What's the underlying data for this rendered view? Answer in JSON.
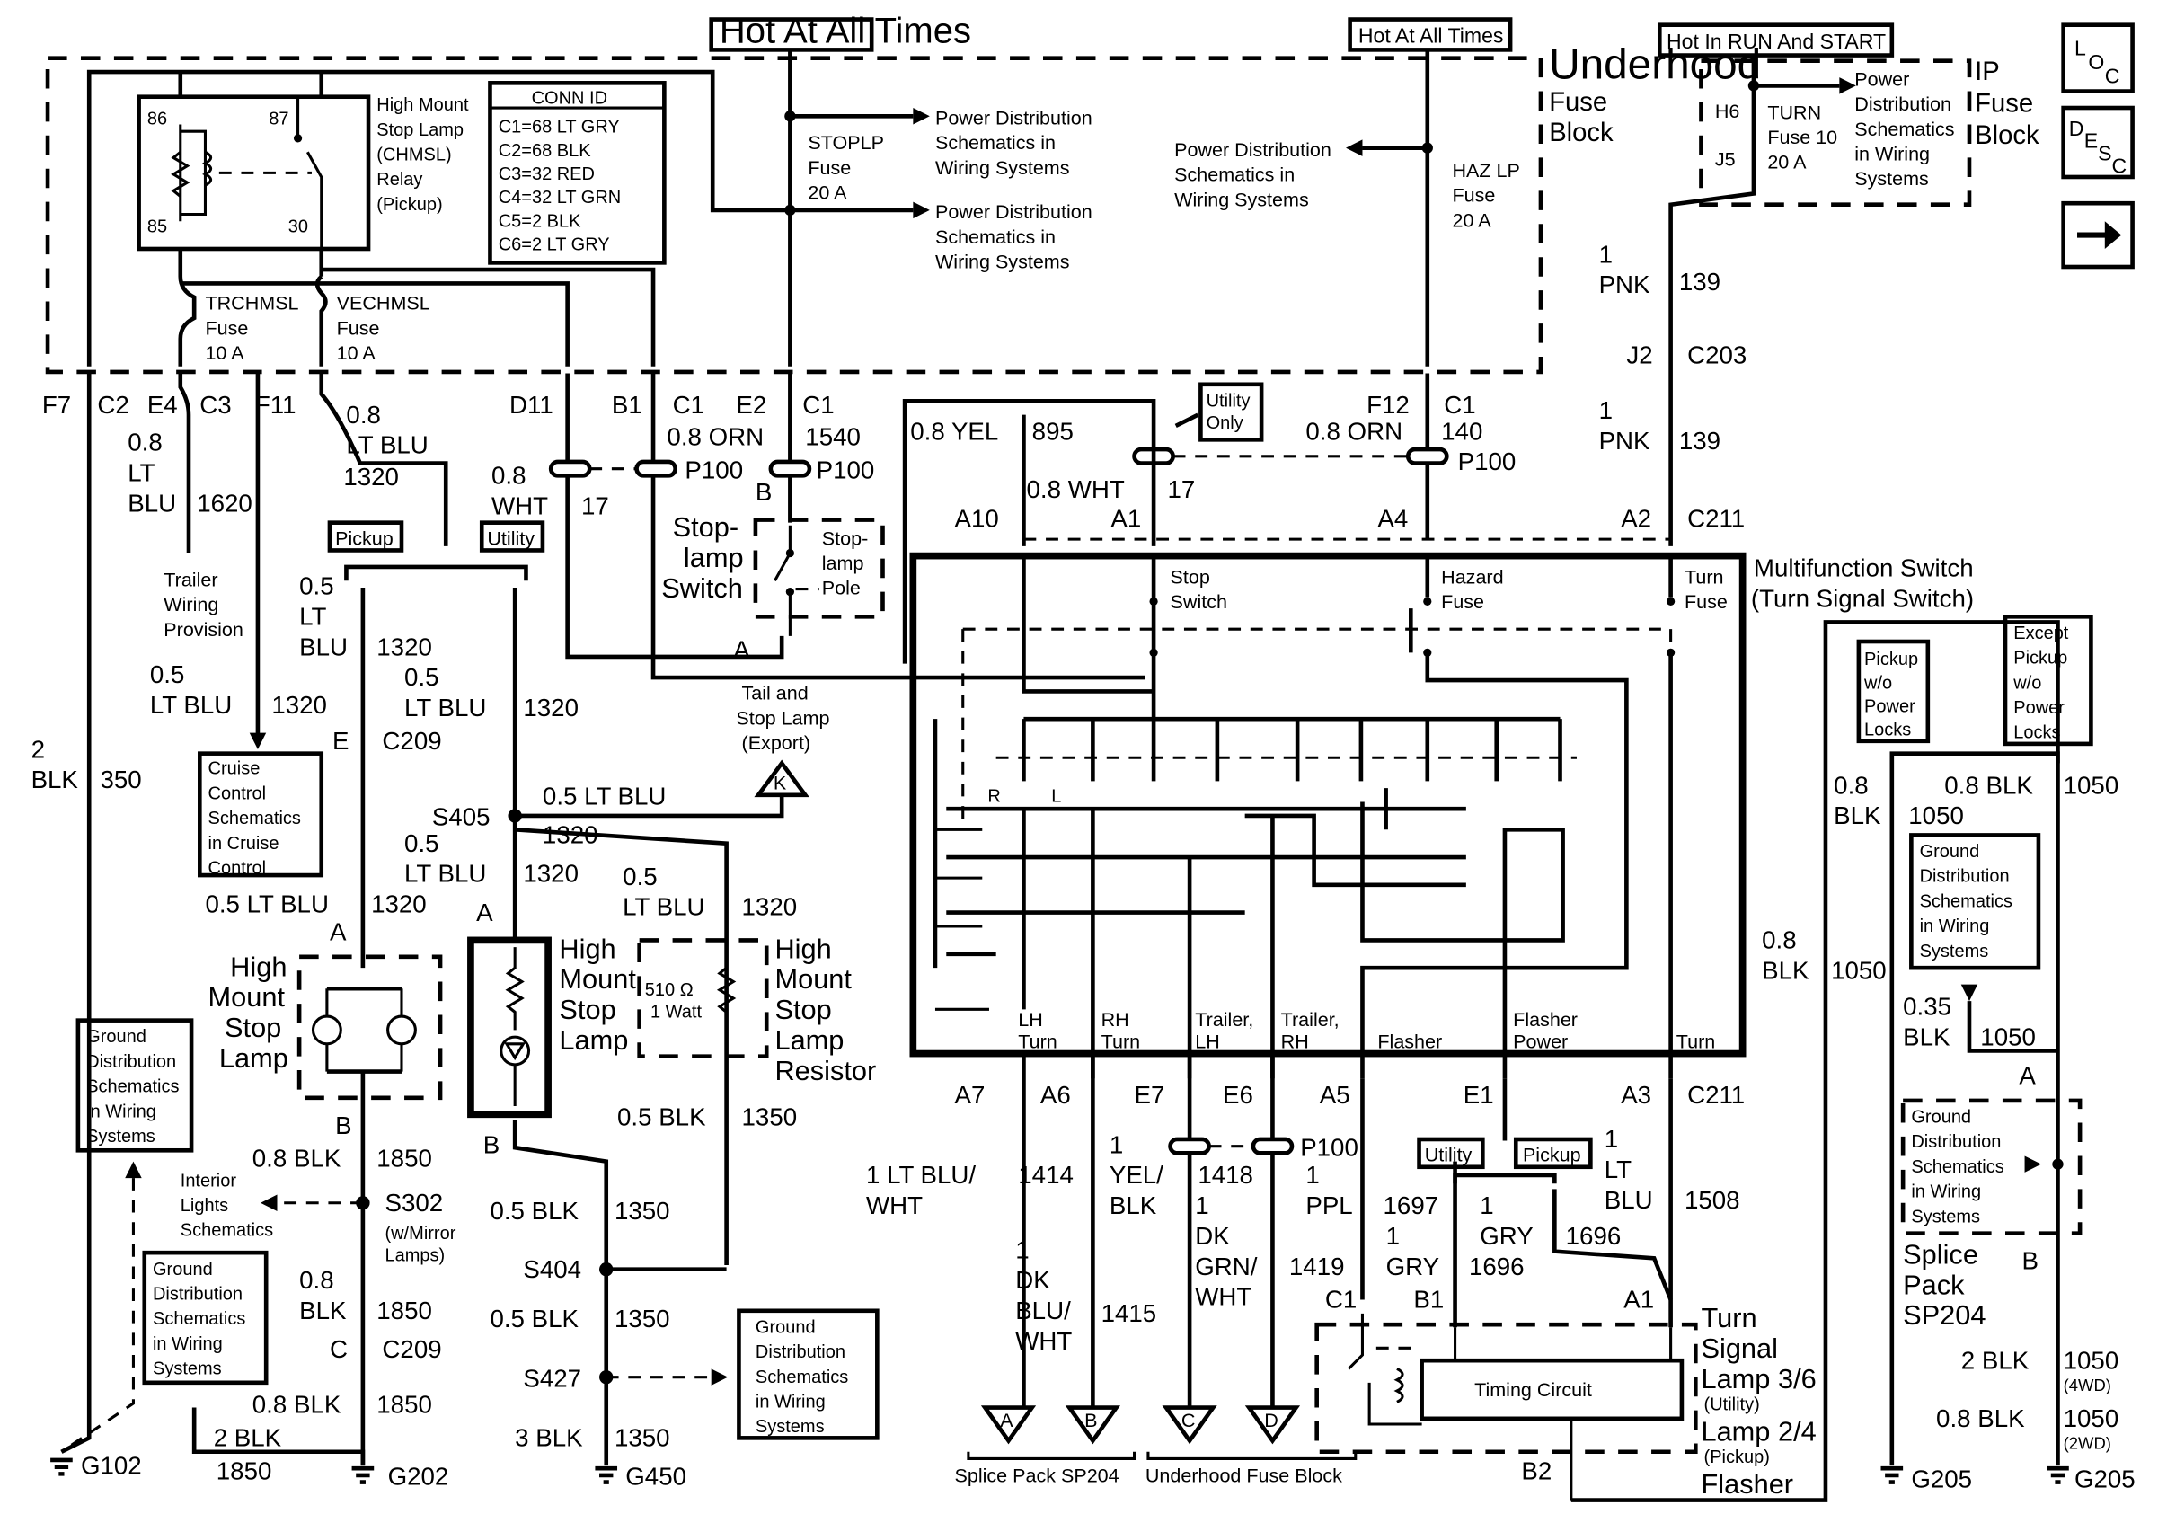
{
  "header": {
    "hot_at_all_times_1": "Hot At All Times",
    "hot_at_all_times_2": "Hot At All Times",
    "hot_in_run": "Hot In RUN And START"
  },
  "side_icons": {
    "loc": "LOC",
    "desc": "DESC",
    "next": "→"
  },
  "underhood_fuse_block": [
    "Underhood",
    "Fuse",
    "Block"
  ],
  "ip_fuse_block": [
    "IP",
    "Fuse",
    "Block"
  ],
  "relay": {
    "pin86": "86",
    "pin87": "87",
    "pin85": "85",
    "pin30": "30",
    "label": [
      "High Mount",
      "Stop Lamp",
      "(CHMSL)",
      "Relay",
      "(Pickup)"
    ]
  },
  "conn_id": {
    "title": "CONN ID",
    "rows": [
      "C1=68 LT GRY",
      "C2=68 BLK",
      "C3=32 RED",
      "C4=32 LT GRN",
      "C5=2 BLK",
      "C6=2 LT GRY"
    ]
  },
  "fuses": {
    "trchmsl": [
      "TRCHMSL",
      "Fuse",
      "10 A"
    ],
    "vechmsl": [
      "VECHMSL",
      "Fuse",
      "10 A"
    ],
    "stoplp": [
      "STOPLP",
      "Fuse",
      "20 A"
    ],
    "hazlp": [
      "HAZ LP",
      "Fuse",
      "20 A"
    ],
    "turn": [
      "TURN",
      "Fuse 10",
      "20 A"
    ],
    "h6": "H6",
    "j5": "J5"
  },
  "power_dist": {
    "a": [
      "Power Distribution",
      "Schematics in",
      "Wiring Systems"
    ],
    "b": [
      "Power Distribution",
      "Schematics in",
      "Wiring Systems"
    ],
    "c": [
      "Power Distribution",
      "Schematics in",
      "Wiring Systems"
    ],
    "d": [
      "Power",
      "Distribution",
      "Schematics",
      "in Wiring",
      "Systems"
    ]
  },
  "connectors_top": {
    "f7": "F7",
    "c2": "C2",
    "e4": "E4",
    "c3": "C3",
    "f11": "F11",
    "d11": "D11",
    "b1": "B1",
    "c1a": "C1",
    "e2": "E2",
    "c1b": "C1",
    "f12": "F12",
    "c1c": "C1"
  },
  "wires": {
    "w08ltblu_a": [
      "0.8",
      "LT",
      "BLU"
    ],
    "w1620": "1620",
    "w08ltblu_b": [
      "0.8",
      "LT BLU"
    ],
    "w1320_a": "1320",
    "w08wht": [
      "0.8",
      "WHT"
    ],
    "w17_a": "17",
    "w08orn_a": "0.8 ORN",
    "wp100_a": "P100",
    "w1540": "1540",
    "wp100_b": "P100",
    "w08yel": "0.8 YEL",
    "w895": "895",
    "w08wht_b": "0.8 WHT",
    "w17_b": "17",
    "w08orn_b": "0.8 ORN",
    "w140": "140",
    "wp100_c": "P100",
    "w1pnk_a": [
      "1",
      "PNK"
    ],
    "w139_a": "139",
    "j2": "J2",
    "c203": "C203",
    "w1pnk_b": [
      "1",
      "PNK"
    ],
    "w139_b": "139",
    "a10": "A10",
    "a1": "A1",
    "a4": "A4",
    "a2": "A2",
    "c211_top": "C211",
    "utility_only": [
      "Utility",
      "Only"
    ],
    "b_stop": "B",
    "a_stop": "A"
  },
  "stoplamp_switch": {
    "label": [
      "Stop-",
      "lamp",
      "Switch"
    ],
    "pole": [
      "Stop-",
      "lamp",
      "Pole"
    ]
  },
  "tail_stop": [
    "Tail and",
    "Stop Lamp",
    "(Export)"
  ],
  "k_marker": "K",
  "trailer": [
    "Trailer",
    "Wiring",
    "Provision"
  ],
  "cruise": [
    "Cruise",
    "Control",
    "Schematics",
    "in Cruise",
    "Control"
  ],
  "left_wires": {
    "w05ltblu_a": [
      "0.5",
      "LT BLU"
    ],
    "w1320_b": "1320",
    "w05lt": [
      "0.5",
      "LT",
      "BLU"
    ],
    "w1320_c": "1320",
    "w05ltblu_c": [
      "0.5",
      "LT BLU"
    ],
    "w1320_d": "1320",
    "e": "E",
    "c209a": "C209",
    "w2blk": [
      "2",
      "BLK"
    ],
    "w350": "350",
    "s405": "S405",
    "w05ltblu_s": "0.5 LT BLU",
    "w1320_s": "1320",
    "w05ltblu_e": [
      "0.5",
      "LT BLU"
    ],
    "w1320_e": "1320",
    "w05ltblu_f": [
      "0.5",
      "LT BLU"
    ],
    "w1320_f": "1320",
    "w05ltblu_g": "0.5 LT BLU",
    "w1320_g": "1320",
    "pickup": "Pickup",
    "utility": "Utility"
  },
  "lamps": {
    "hm_stop": [
      "High",
      "Mount",
      "Stop",
      "Lamp"
    ],
    "hm_stop2": [
      "High",
      "Mount",
      "Stop",
      "Lamp"
    ],
    "resistor": [
      "High",
      "Mount",
      "Stop",
      "Lamp",
      "Resistor"
    ],
    "resistor_val": [
      "510 Ω",
      "1 Watt"
    ],
    "a_l": "A",
    "b_l": "B",
    "a_m": "A",
    "b_m": "B"
  },
  "ground_left": {
    "gd1": [
      "Ground",
      "Distribution",
      "Schematics",
      "in Wiring",
      "Systems"
    ],
    "gd2": [
      "Ground",
      "Distribution",
      "Schematics",
      "in Wiring",
      "Systems"
    ],
    "gd3": [
      "Ground",
      "Distribution",
      "Schematics",
      "in Wiring",
      "Systems"
    ],
    "w08blk_a": "0.8 BLK",
    "w1850_a": "1850",
    "interior": [
      "Interior",
      "Lights",
      "Schematics"
    ],
    "s302": "S302",
    "mirror": [
      "(w/Mirror",
      "Lamps)"
    ],
    "w08blk_b": [
      "0.8",
      "BLK"
    ],
    "w1850_b": "1850",
    "c": "C",
    "c209b": "C209",
    "w08blk_c": "0.8 BLK",
    "w1850_c": "1850",
    "w2blk_b": "2 BLK",
    "w1850_d": "1850",
    "g102": "G102",
    "g202": "G202",
    "w05blk_a": "0.5 BLK",
    "w1350_a": "1350",
    "w05blk_b": "0.5 BLK",
    "w1350_b": "1350",
    "s404": "S404",
    "w05blk_c": "0.5 BLK",
    "w1350_c": "1350",
    "s427": "S427",
    "w3blk": "3 BLK",
    "w1350_d": "1350",
    "g450": "G450"
  },
  "mfs": {
    "title": [
      "Multifunction Switch",
      "(Turn Signal Switch)"
    ],
    "stop_switch": [
      "Stop",
      "Switch"
    ],
    "hazard_fuse": [
      "Hazard",
      "Fuse"
    ],
    "turn_fuse": [
      "Turn",
      "Fuse"
    ],
    "r": "R",
    "l": "L",
    "outputs": [
      [
        "LH",
        "Turn"
      ],
      [
        "RH",
        "Turn"
      ],
      [
        "Trailer,",
        "LH"
      ],
      [
        "Trailer,",
        "RH"
      ],
      [
        "Flasher"
      ],
      [
        "Flasher",
        "Power"
      ],
      [
        "Turn"
      ]
    ]
  },
  "bottom_conn": {
    "a7": "A7",
    "a6": "A6",
    "e7": "E7",
    "e6": "E6",
    "a5": "A5",
    "e1": "E1",
    "a3": "A3",
    "c211": "C211",
    "w1ltbluwht": [
      "1 LT BLU/",
      "WHT"
    ],
    "w1414": "1414",
    "w1yelblk": [
      "1",
      "YEL/",
      "BLK"
    ],
    "w1418": "1418",
    "p100": "P100",
    "w1ppl": [
      "1",
      "PPL"
    ],
    "w1697": "1697",
    "w1ltblu": [
      "1",
      "LT",
      "BLU"
    ],
    "w1508": "1508",
    "w1dkbluwht": [
      "1",
      "DK",
      "BLU/",
      "WHT"
    ],
    "w1415": "1415",
    "w1dkgrnwht": [
      "1",
      "DK",
      "GRN/",
      "WHT"
    ],
    "w1419": "1419",
    "w1gry_a": [
      "1",
      "GRY"
    ],
    "w1696_a": "1696",
    "w1gry_b": [
      "1",
      "GRY"
    ],
    "w1696_b": "1696",
    "utility": "Utility",
    "pickup": "Pickup",
    "c1": "C1",
    "b1": "B1",
    "a1": "A1",
    "b2": "B2",
    "splice": "Splice Pack SP204",
    "underhood": "Underhood Fuse Block",
    "ta": "A",
    "tb": "B",
    "tc": "C",
    "td": "D"
  },
  "flasher": {
    "label": [
      "Turn",
      "Signal",
      "Lamp 3/6"
    ],
    "utility": "(Utility)",
    "label2": "Lamp 2/4",
    "pickup": "(Pickup)",
    "flasher": "Flasher",
    "timing": "Timing Circuit"
  },
  "right": {
    "pickup_wo": [
      "Pickup",
      "w/o",
      "Power",
      "Locks"
    ],
    "except_pickup": [
      "Except",
      "Pickup",
      "w/o",
      "Power",
      "Locks"
    ],
    "w08blk_a": [
      "0.8",
      "BLK"
    ],
    "w1050_a": "1050",
    "w08blk_b": "0.8 BLK",
    "w1050_b": "1050",
    "gd": [
      "Ground",
      "Distribution",
      "Schematics",
      "in Wiring",
      "Systems"
    ],
    "w08blk_c": [
      "0.8",
      "BLK"
    ],
    "w1050_c": "1050",
    "w035blk": [
      "0.35",
      "BLK"
    ],
    "w1050_d": "1050",
    "a": "A",
    "gd2": [
      "Ground",
      "Distribution",
      "Schematics",
      "in Wiring",
      "Systems"
    ],
    "splice": [
      "Splice",
      "Pack",
      "SP204"
    ],
    "b": "B",
    "w2blk": "2 BLK",
    "w1050_e": "1050",
    "w4wd": "(4WD)",
    "w08blk_d": "0.8 BLK",
    "w1050_f": "1050",
    "w2wd": "(2WD)",
    "g205a": "G205",
    "g205b": "G205"
  }
}
